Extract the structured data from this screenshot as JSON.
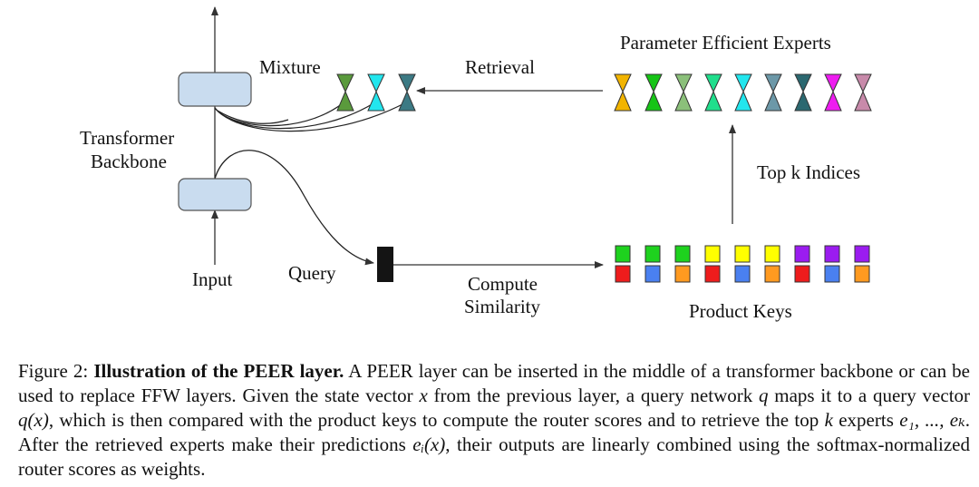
{
  "figure": {
    "labels": {
      "mixture": "Mixture",
      "retrieval": "Retrieval",
      "experts_title": "Parameter Efficient Experts",
      "transformer": "Transformer",
      "backbone": "Backbone",
      "top_k": "Top k Indices",
      "input": "Input",
      "query": "Query",
      "compute": "Compute",
      "similarity": "Similarity",
      "product_keys": "Product Keys"
    },
    "colors": {
      "block_fill": "#c9dcef",
      "query_fill": "#141414",
      "mixture_experts": [
        "#5a9a3c",
        "#22e6ee",
        "#3c7a84"
      ],
      "experts": [
        "#f2b400",
        "#16c416",
        "#8bc07a",
        "#20de8c",
        "#22e6ee",
        "#6c98a8",
        "#2b6870",
        "#ee1cf0",
        "#c88aaa"
      ],
      "key_top": [
        "#1ed21e",
        "#1ed21e",
        "#1ed21e",
        "#ffff00",
        "#ffff00",
        "#ffff00",
        "#9b1cf0",
        "#9b1cf0",
        "#9b1cf0"
      ],
      "key_bottom": [
        "#ee1c1c",
        "#4a80f0",
        "#ff9a20",
        "#ee1c1c",
        "#4a80f0",
        "#ff9a20",
        "#ee1c1c",
        "#4a80f0",
        "#ff9a20"
      ]
    }
  },
  "caption": {
    "figure_label": "Figure 2:",
    "title": "Illustration of the PEER layer.",
    "t1": "A PEER layer can be inserted in the middle of a transformer backbone or can be used to replace FFW layers. Given the state vector",
    "m1": "x",
    "t2": "from the previous layer, a query network",
    "m2": "q",
    "t3": "maps it to a query vector",
    "m3": "q(x)",
    "t4": ", which is then compared with the product keys to compute the router scores and to retrieve the top",
    "m4": "k",
    "t5": "experts",
    "m5": "e₁, ..., eₖ",
    "t6": ". After the retrieved experts make their predictions",
    "m6": "eᵢ(x)",
    "t7": ", their outputs are linearly combined using the softmax-normalized router scores as weights."
  }
}
